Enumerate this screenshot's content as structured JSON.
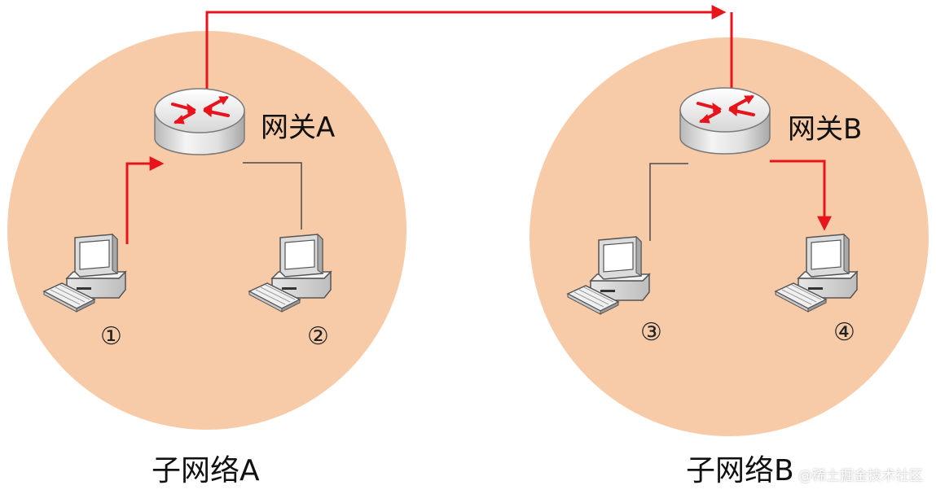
{
  "gateways": [
    {
      "id": "gw-a",
      "label": "网关A"
    },
    {
      "id": "gw-b",
      "label": "网关B"
    }
  ],
  "subnets": [
    {
      "id": "subnet-a",
      "label": "子网络A"
    },
    {
      "id": "subnet-b",
      "label": "子网络B"
    }
  ],
  "computers": [
    {
      "id": "pc-1",
      "number": "①"
    },
    {
      "id": "pc-2",
      "number": "②"
    },
    {
      "id": "pc-3",
      "number": "③"
    },
    {
      "id": "pc-4",
      "number": "④"
    }
  ],
  "watermark": "@稀土掘金技术社区",
  "colors": {
    "subnet_fill": "#f8cba8",
    "route_red": "#e8141c",
    "link_gray": "#4a4a4a"
  }
}
